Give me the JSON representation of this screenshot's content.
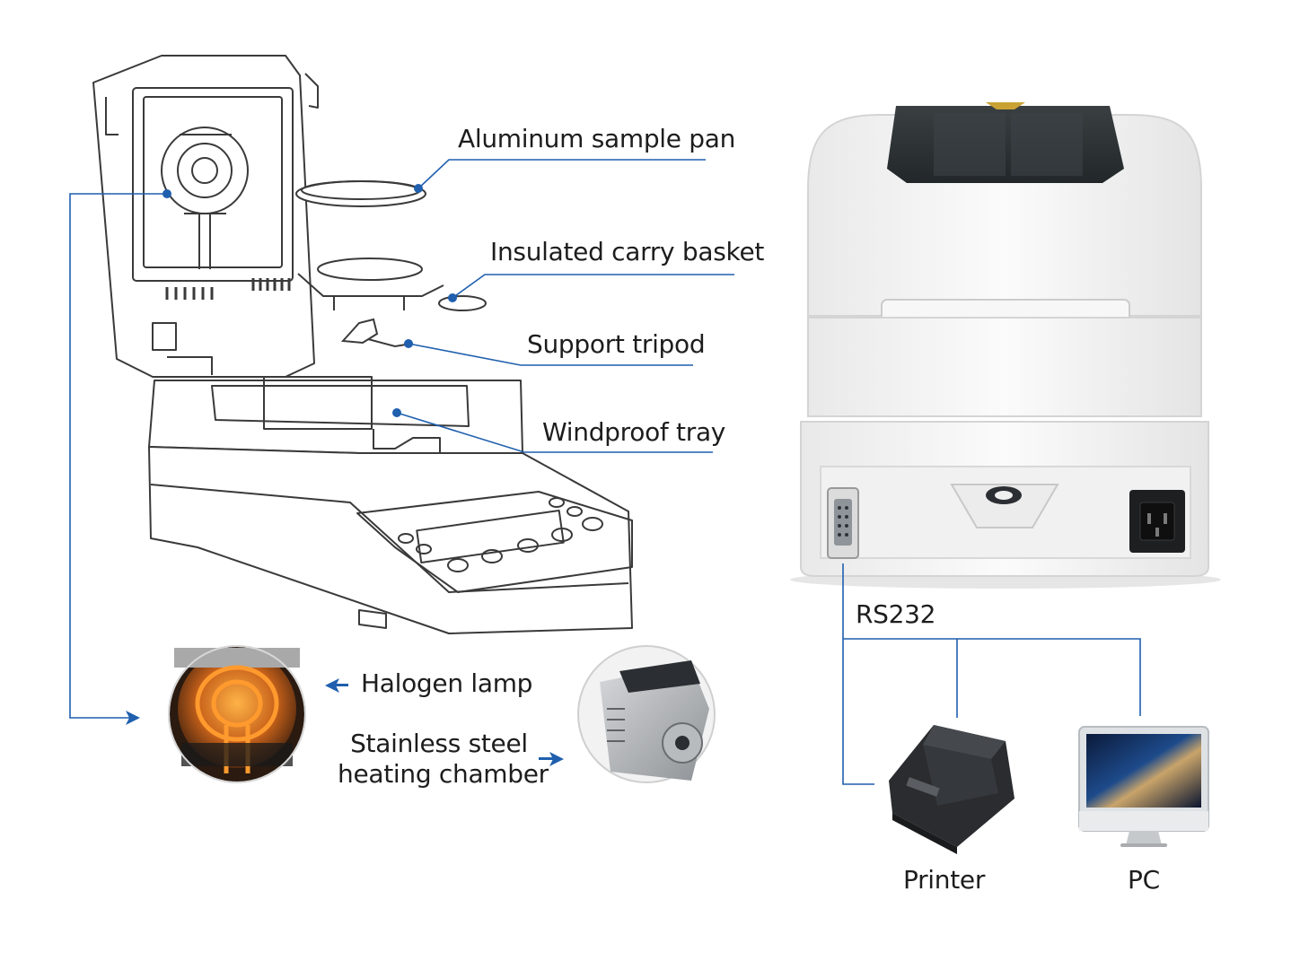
{
  "colors": {
    "callout_line": "#1f5fae",
    "callout_dot": "#1f5fae",
    "outline": "#3a3a3a",
    "device_body": "#f3f3f3",
    "device_lid_dark": "#2f3335",
    "halogen_glow": "#e07a1a",
    "text": "#1d1d1d"
  },
  "labels": {
    "sample_pan": "Aluminum sample pan",
    "carry_basket": "Insulated carry basket",
    "tripod": "Support tripod",
    "windproof_tray": "Windproof tray",
    "halogen_lamp": "Halogen lamp",
    "chamber_line1": "Stainless steel",
    "chamber_line2": "heating chamber",
    "rs232": "RS232",
    "printer": "Printer",
    "pc": "PC"
  },
  "icons": {
    "arrow": "arrow-icon",
    "printer": "printer-icon",
    "monitor": "monitor-icon"
  }
}
